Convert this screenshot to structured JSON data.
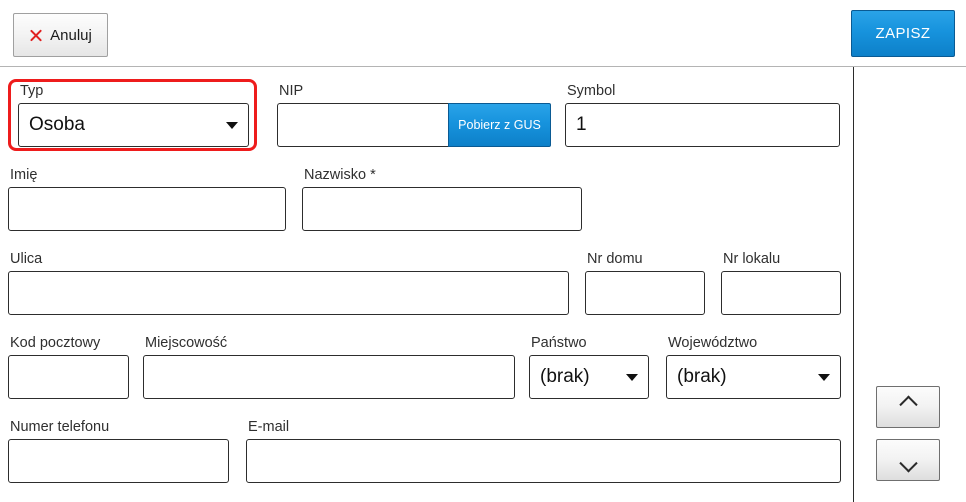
{
  "toolbar": {
    "cancel_label": "Anuluj",
    "cancel_icon": "x-icon",
    "save_label": "ZAPISZ",
    "accent_blue": "#1793dd",
    "cancel_icon_color": "#e02020"
  },
  "highlight": {
    "color": "#ee1c1c",
    "target": "typ-field"
  },
  "form": {
    "fields": [
      {
        "key": "typ",
        "label": "Typ",
        "type": "select",
        "value": "Osoba",
        "placeholder": ""
      },
      {
        "key": "nip",
        "label": "NIP",
        "type": "text-with-button",
        "value": "",
        "placeholder": "",
        "button_label": "Pobierz z GUS"
      },
      {
        "key": "symbol",
        "label": "Symbol",
        "type": "text",
        "value": "1",
        "placeholder": ""
      },
      {
        "key": "imie",
        "label": "Imię",
        "type": "text",
        "value": "",
        "placeholder": ""
      },
      {
        "key": "nazwisko",
        "label": "Nazwisko *",
        "type": "text",
        "value": "",
        "placeholder": ""
      },
      {
        "key": "ulica",
        "label": "Ulica",
        "type": "text",
        "value": "",
        "placeholder": ""
      },
      {
        "key": "nr_domu",
        "label": "Nr domu",
        "type": "text",
        "value": "",
        "placeholder": ""
      },
      {
        "key": "nr_lokalu",
        "label": "Nr lokalu",
        "type": "text",
        "value": "",
        "placeholder": ""
      },
      {
        "key": "kod_pocztowy",
        "label": "Kod pocztowy",
        "type": "text",
        "value": "",
        "placeholder": ""
      },
      {
        "key": "miejscowosc",
        "label": "Miejscowość",
        "type": "text",
        "value": "",
        "placeholder": ""
      },
      {
        "key": "panstwo",
        "label": "Państwo",
        "type": "select",
        "value": "(brak)",
        "placeholder": ""
      },
      {
        "key": "wojewodztwo",
        "label": "Województwo",
        "type": "select",
        "value": "(brak)",
        "placeholder": ""
      },
      {
        "key": "numer_telefonu",
        "label": "Numer telefonu",
        "type": "text",
        "value": "",
        "placeholder": ""
      },
      {
        "key": "email",
        "label": "E-mail",
        "type": "text",
        "value": "",
        "placeholder": ""
      }
    ]
  },
  "side_panel": {
    "scroll_up_icon": "chevron-up-icon",
    "scroll_down_icon": "chevron-down-icon"
  }
}
